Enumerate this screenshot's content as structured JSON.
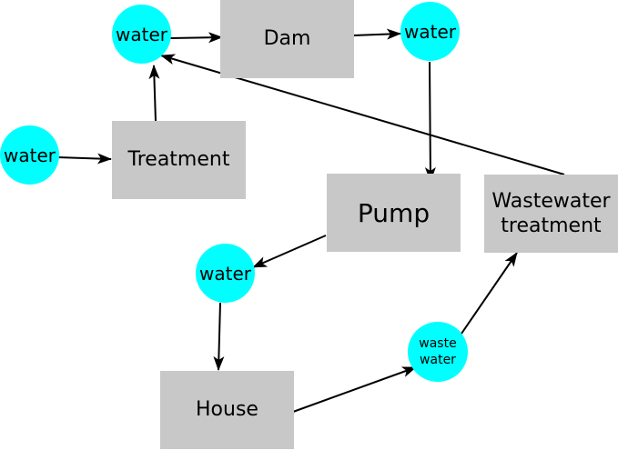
{
  "diagram": {
    "boxes": {
      "dam": "Dam",
      "treatment": "Treatment",
      "pump": "Pump",
      "wastewater_treatment": "Wastewater\ntreatment",
      "house": "House"
    },
    "circles": {
      "water_top_left": "water",
      "water_top_right": "water",
      "water_left": "water",
      "water_middle": "water",
      "waste_water": "waste\nwater"
    }
  },
  "colors": {
    "box_fill": "#c8c8c8",
    "circle_fill": "#00ffff",
    "arrow": "#000000",
    "text": "#000000"
  }
}
